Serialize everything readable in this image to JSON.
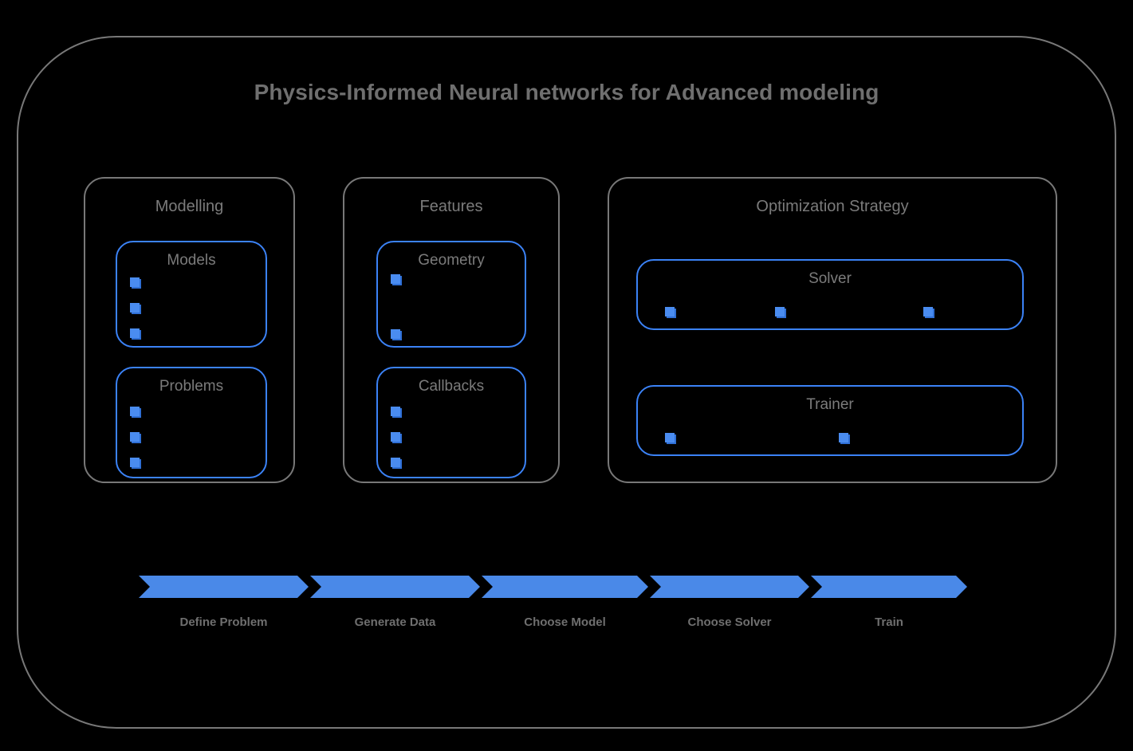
{
  "diagram": {
    "title": "Physics-Informed Neural networks for Advanced modeling",
    "colors": {
      "background": "#000000",
      "frame_border": "#787878",
      "accent_blue": "#3b82f6",
      "bullet_blue": "#4a8cf0",
      "arrow_blue": "#4a89e8",
      "text_gray": "#7b7b7b"
    }
  },
  "groups": [
    {
      "label": "Modelling",
      "boxes": [
        {
          "label": "Models",
          "bullet_count": 3,
          "bullet_layout": "vertical"
        },
        {
          "label": "Problems",
          "bullet_count": 3,
          "bullet_layout": "vertical"
        }
      ]
    },
    {
      "label": "Features",
      "boxes": [
        {
          "label": "Geometry",
          "bullet_count": 2,
          "bullet_layout": "vertical"
        },
        {
          "label": "Callbacks",
          "bullet_count": 3,
          "bullet_layout": "vertical"
        }
      ]
    },
    {
      "label": "Optimization Strategy",
      "boxes": [
        {
          "label": "Solver",
          "bullet_count": 3,
          "bullet_layout": "horizontal"
        },
        {
          "label": "Trainer",
          "bullet_count": 2,
          "bullet_layout": "horizontal"
        }
      ]
    }
  ],
  "workflow": {
    "steps": [
      {
        "label": "Define Problem"
      },
      {
        "label": "Generate Data"
      },
      {
        "label": "Choose Model"
      },
      {
        "label": "Choose Solver"
      },
      {
        "label": "Train"
      }
    ]
  }
}
